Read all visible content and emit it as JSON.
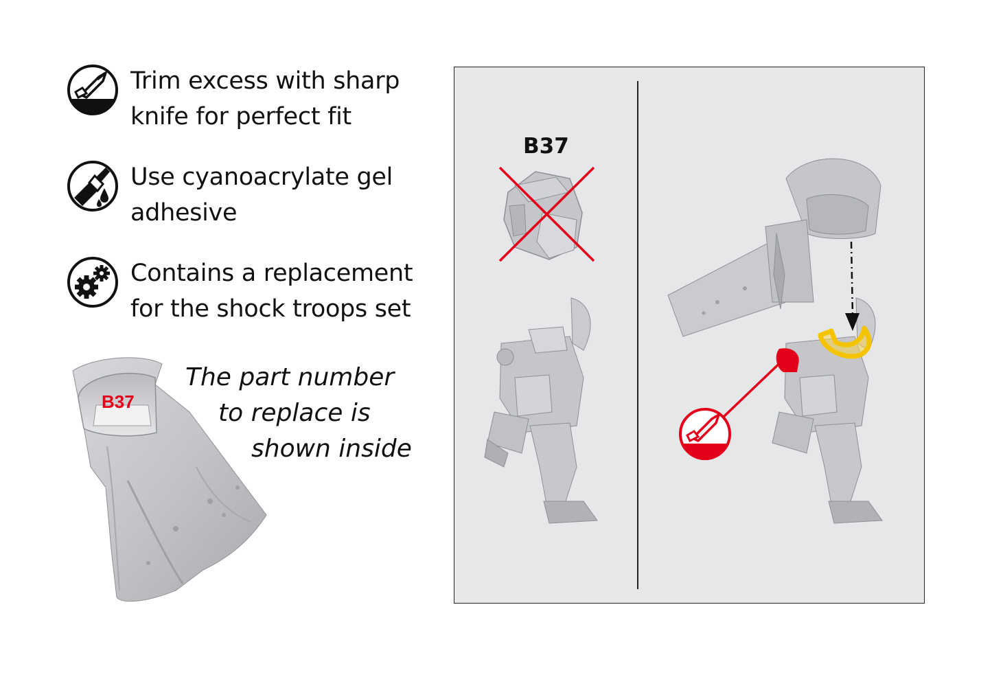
{
  "instructions": [
    {
      "icon": "knife-icon",
      "lines": [
        "Trim excess with sharp",
        "knife for perfect fit"
      ]
    },
    {
      "icon": "glue-drops-icon",
      "lines": [
        "Use cyanoacrylate gel",
        "adhesive"
      ]
    },
    {
      "icon": "gears-icon",
      "lines": [
        "Contains a replacement",
        "for the shock troops set"
      ]
    }
  ],
  "note": {
    "lines": [
      "The part number",
      "to replace is",
      "shown inside"
    ]
  },
  "part_number": "B37",
  "colors": {
    "panel": "#e6e7e9",
    "accent_red": "#e3001b",
    "highlight_yellow": "#f5c400",
    "model_grey": "#c4c6c9"
  }
}
